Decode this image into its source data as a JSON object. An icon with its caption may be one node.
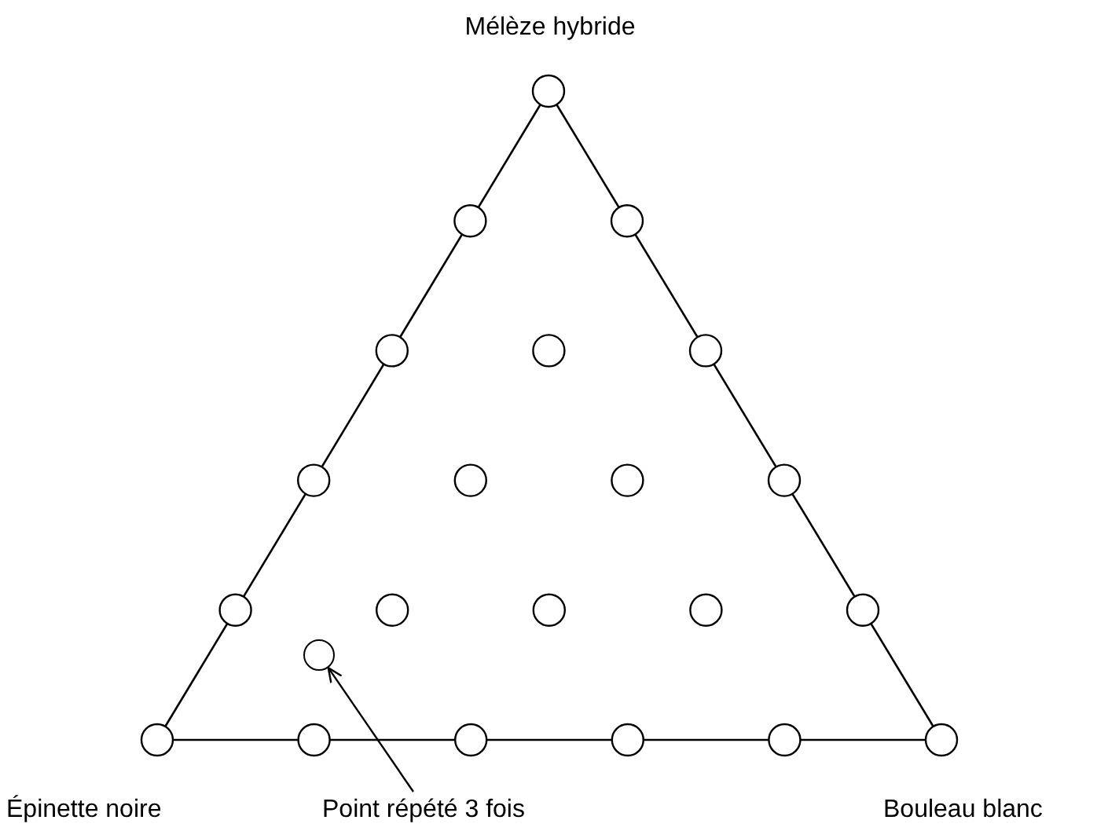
{
  "diagram": {
    "nodes": [
      {
        "text": [
          "Point répété 3 fois"
        ]
      },
      {
        "text": [],
        "shape": "circle"
      }
    ],
    "edges": [
      {
        "from": 0,
        "to": 1,
        "arrow": "to"
      }
    ],
    "labels": [
      "Mélèze hybride",
      "Épinette noire",
      "Bouleau blanc"
    ]
  }
}
